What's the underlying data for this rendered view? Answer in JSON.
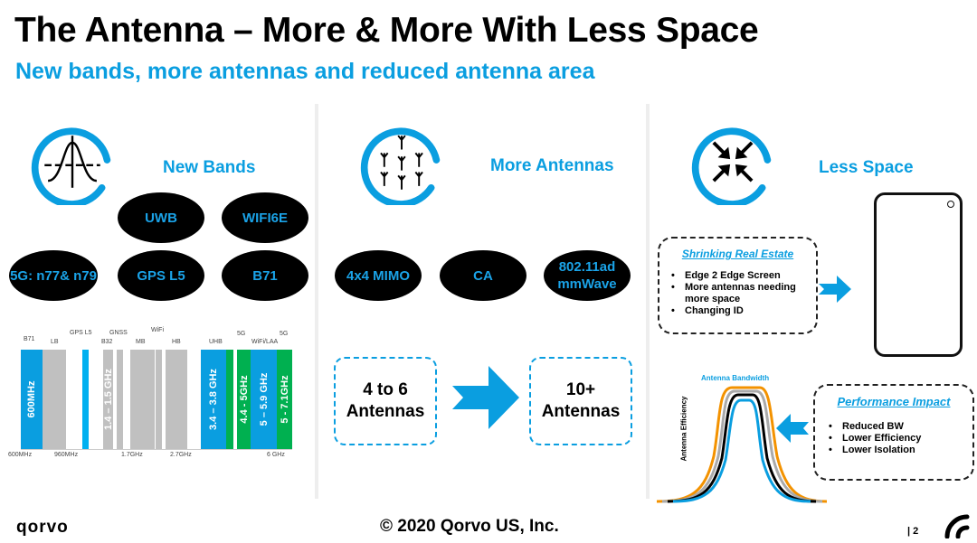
{
  "header": {
    "title": "The Antenna – More & More With Less Space",
    "subtitle": "New bands, more antennas and reduced antenna area"
  },
  "new_bands": {
    "label": "New Bands",
    "ovals": [
      "UWB",
      "WIFI6E",
      "5G: n77& n79",
      "GPS L5",
      "B71"
    ]
  },
  "spectrum": {
    "bands": [
      {
        "top": "B71",
        "text": "600MHz",
        "color": "#0a9ee0"
      },
      {
        "top": "LB",
        "text": "",
        "color": "#c0c0c0"
      },
      {
        "top": "GPS L5",
        "text": "",
        "color": "#00b0f0"
      },
      {
        "top": "B32",
        "text": "1.4 – 1.5 GHz",
        "color": "#c0c0c0"
      },
      {
        "top": "GNSS",
        "text": "",
        "color": "#c0c0c0"
      },
      {
        "top": "MB",
        "text": "",
        "color": "#c0c0c0"
      },
      {
        "top": "WiFi",
        "text": "",
        "color": "#c0c0c0"
      },
      {
        "top": "HB",
        "text": "",
        "color": "#c0c0c0"
      },
      {
        "top": "UHB",
        "text": "3.4 – 3.8 GHz",
        "color": "#0a9ee0"
      },
      {
        "top": "5G",
        "text": "4.4 - 5GHz",
        "color": "#00b050"
      },
      {
        "top": "WiFi/LAA",
        "text": "5 – 5.9 GHz",
        "color": "#0a9ee0"
      },
      {
        "top": "5G",
        "text": "5 - 7.1GHz",
        "color": "#00b050"
      }
    ],
    "axis": [
      "600MHz",
      "960MHz",
      "1.7GHz",
      "2.7GHz",
      "6 GHz"
    ]
  },
  "more_antennas": {
    "label": "More Antennas",
    "ovals": [
      "4x4 MIMO",
      "CA",
      "802.11ad mmWave"
    ],
    "from": "4 to 6 Antennas",
    "to": "10+ Antennas"
  },
  "less_space": {
    "label": "Less Space",
    "shrinking": {
      "title": "Shrinking Real Estate",
      "items": [
        "Edge 2 Edge Screen",
        "More antennas needing more space",
        "Changing ID"
      ]
    },
    "performance": {
      "title": "Performance Impact",
      "items": [
        "Reduced BW",
        "Lower Efficiency",
        "Lower Isolation"
      ]
    },
    "chart": {
      "title": "Antenna Bandwidth",
      "ylabel": "Antenna Efficiency"
    }
  },
  "footer": {
    "logo": "qorvo",
    "copyright": "© 2020 Qorvo US, Inc.",
    "page": "| 2"
  }
}
